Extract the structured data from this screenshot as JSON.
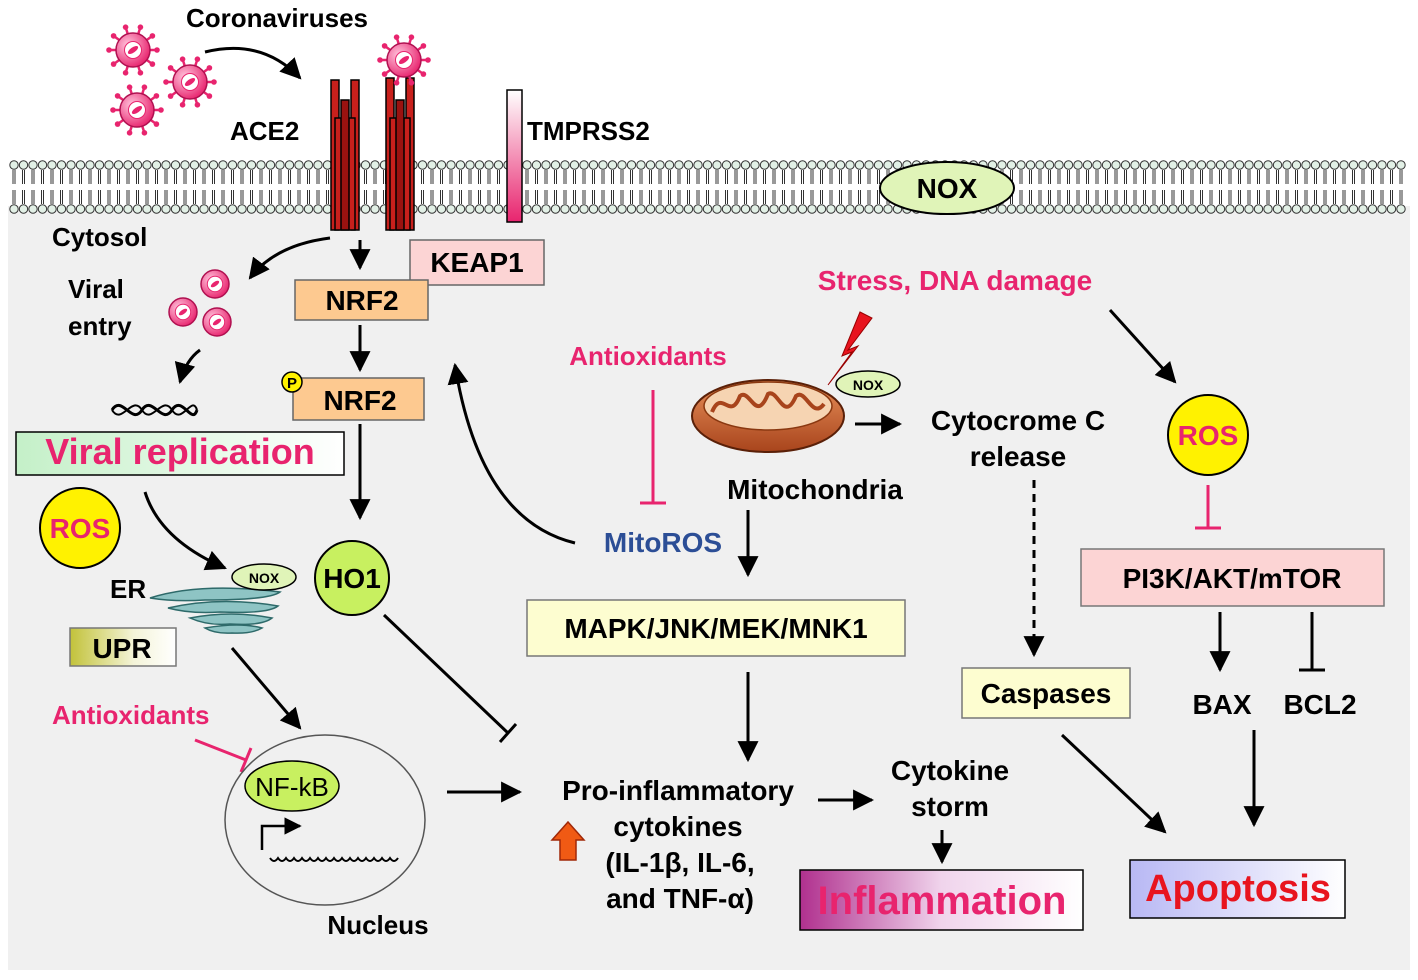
{
  "labels": {
    "coronaviruses": "Coronaviruses",
    "ace2": "ACE2",
    "tmprss2": "TMPRSS2",
    "nox_membrane": "NOX",
    "cytosol": "Cytosol",
    "viral": "Viral",
    "entry": "entry",
    "keap1": "KEAP1",
    "nrf2": "NRF2",
    "nrf2_p": "NRF2",
    "p_badge": "P",
    "viral_replication": "Viral replication",
    "ros_left": "ROS",
    "er": "ER",
    "nox_er": "NOX",
    "upr": "UPR",
    "antioxidants_left": "Antioxidants",
    "nfkb": "NF-kB",
    "nucleus": "Nucleus",
    "ho1": "HO1",
    "antioxidants_mid": "Antioxidants",
    "mitoros": "MitoROS",
    "nox_mito": "NOX",
    "mitochondria": "Mitochondria",
    "cytocrome_1": "Cytocrome C",
    "cytocrome_2": "release",
    "stress": "Stress, DNA damage",
    "ros_right": "ROS",
    "mapk": "MAPK/JNK/MEK/MNK1",
    "pi3k": "PI3K/AKT/mTOR",
    "caspases": "Caspases",
    "bax": "BAX",
    "bcl2": "BCL2",
    "proinfl_1": "Pro-inflammatory",
    "proinfl_2": "cytokines",
    "proinfl_3": "(IL-1β, IL-6,",
    "proinfl_4": "and TNF-α)",
    "storm_1": "Cytokine",
    "storm_2": "storm",
    "inflammation": "Inflammation",
    "apoptosis": "Apoptosis"
  },
  "colors": {
    "virus": "#e8246e",
    "receptor": "#c8201c",
    "accent_red": "#e8246e",
    "mitoros_blue": "#2c4e96",
    "ros_fill": "#fff200",
    "green_fill": "#c8f060",
    "nrf2_fill": "#fdc990",
    "keap1_fill": "#fcd4d4",
    "pale_yellow": "#fdfdd0",
    "apoptosis_red": "#e8141e"
  }
}
